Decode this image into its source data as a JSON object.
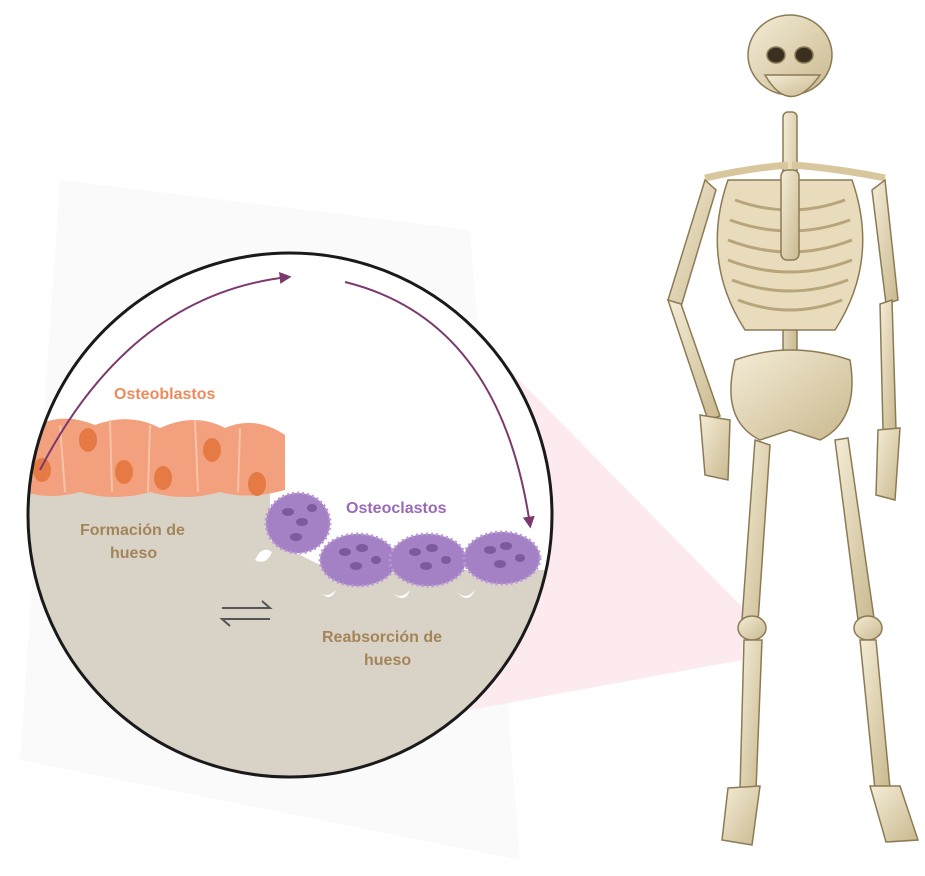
{
  "labels": {
    "osteoblasts": "Osteoblastos",
    "bone_formation_line1": "Formación de",
    "bone_formation_line2": "hueso",
    "osteoclasts": "Osteoclastos",
    "bone_resorption_line1": "Reabsorción de",
    "bone_resorption_line2": "hueso"
  },
  "icons": {
    "equilibrium": "equilibrium-arrows-icon",
    "skeleton": "human-skeleton"
  },
  "colors": {
    "osteoblast": "#f2a07e",
    "osteoblast_text": "#ee8a5e",
    "osteoclast": "#a480c4",
    "osteoclast_text": "#9a6ab8",
    "bone": "#d9d2c6",
    "bone_text": "#a4855a",
    "arrow": "#7a3a6e",
    "zoom_cone": "#fbe6ec"
  }
}
